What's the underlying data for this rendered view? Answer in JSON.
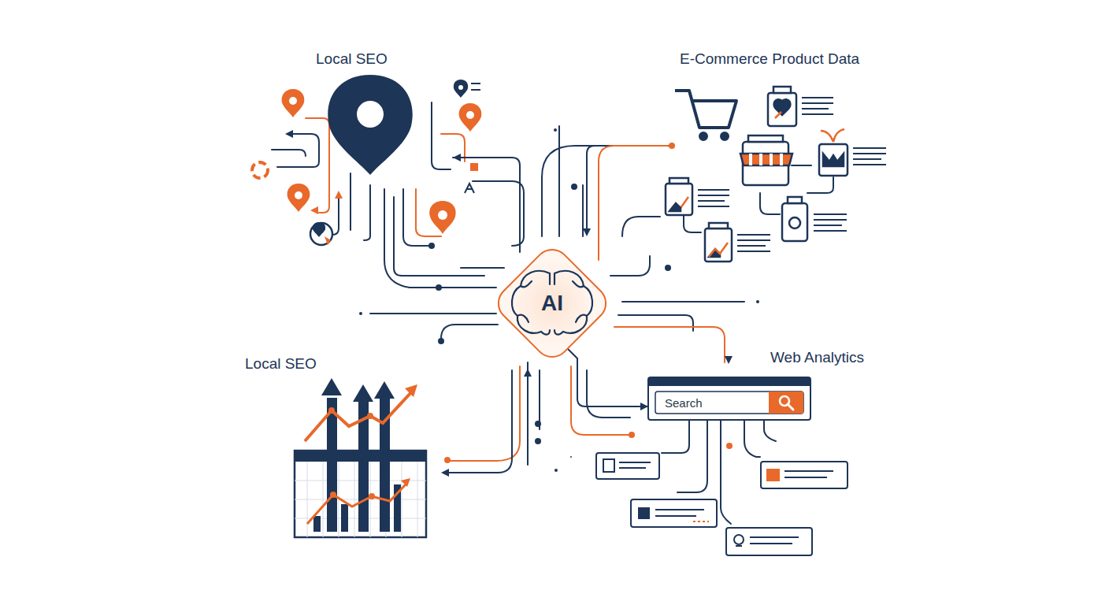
{
  "diagram": {
    "nodes": [
      {
        "text": [
          "AI"
        ]
      },
      {
        "text": [
          "Search"
        ]
      }
    ],
    "edges": [
      {
        "from": 0,
        "to": 1,
        "arrow": "to"
      }
    ],
    "labels": [
      "Local SEO",
      "E-Commerce Product Data",
      "Local SEO",
      "Web Analytics"
    ]
  }
}
